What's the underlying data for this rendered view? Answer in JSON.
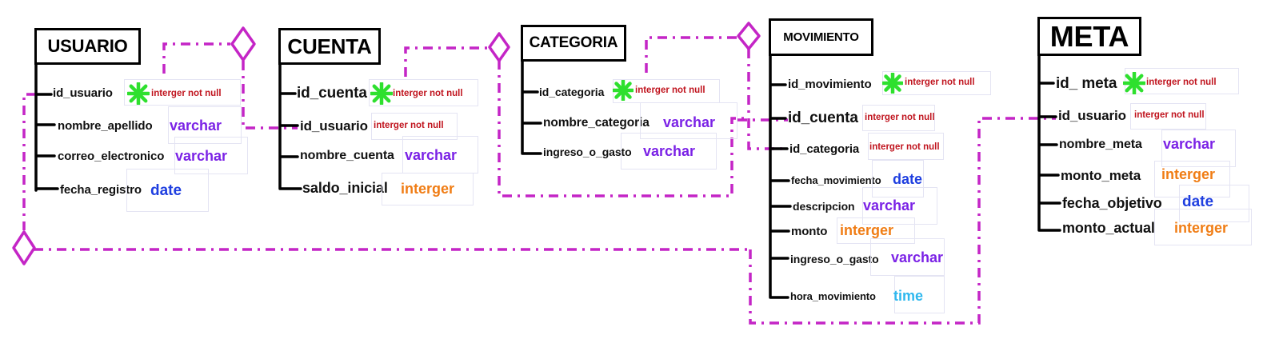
{
  "colors": {
    "connector": "#c425c6",
    "varchar": "#7b22e6",
    "date": "#1f3fe0",
    "interger": "#f07d15",
    "time": "#2fb8ee",
    "not_null": "#c0141e",
    "key_star": "#2ee02e"
  },
  "icons": {
    "key": "green-asterisk-icon",
    "relation": "diamond-icon"
  },
  "tables": {
    "usuario": {
      "title": "USUARIO",
      "fields": [
        {
          "name": "id_usuario",
          "type": "interger not null"
        },
        {
          "name": "nombre_apellido",
          "type": "varchar"
        },
        {
          "name": "correo_electronico",
          "type": "varchar"
        },
        {
          "name": "fecha_registro",
          "type": "date"
        }
      ]
    },
    "cuenta": {
      "title": "CUENTA",
      "fields": [
        {
          "name": "id_cuenta",
          "type": "interger not null"
        },
        {
          "name": "id_usuario",
          "type": "interger not null"
        },
        {
          "name": "nombre_cuenta",
          "type": "varchar"
        },
        {
          "name": "saldo_inicial",
          "type": "interger"
        }
      ]
    },
    "categoria": {
      "title": "CATEGORIA",
      "fields": [
        {
          "name": "id_categoria",
          "type": "interger not null"
        },
        {
          "name": "nombre_categoria",
          "type": "varchar"
        },
        {
          "name": "ingreso_o_gasto",
          "type": "varchar"
        }
      ]
    },
    "movimiento": {
      "title": "MOVIMIENTO",
      "fields": [
        {
          "name": "id_movimiento",
          "type": "interger not null"
        },
        {
          "name": "id_cuenta",
          "type": "interger not null"
        },
        {
          "name": "id_categoria",
          "type": "interger not null"
        },
        {
          "name": "fecha_movimiento",
          "type": "date"
        },
        {
          "name": "descripcion",
          "type": "varchar"
        },
        {
          "name": "monto",
          "type": "interger"
        },
        {
          "name": "ingreso_o_gasto",
          "type": "varchar"
        },
        {
          "name": "hora_movimiento",
          "type": "time"
        }
      ]
    },
    "meta": {
      "title": "META",
      "fields": [
        {
          "name": "id_ meta",
          "type": "interger not null"
        },
        {
          "name": "id_usuario",
          "type": "interger not null"
        },
        {
          "name": "nombre_meta",
          "type": "varchar"
        },
        {
          "name": "monto_meta",
          "type": "interger"
        },
        {
          "name": "fecha_objetivo",
          "type": "date"
        },
        {
          "name": "monto_actual",
          "type": "interger"
        }
      ]
    }
  }
}
